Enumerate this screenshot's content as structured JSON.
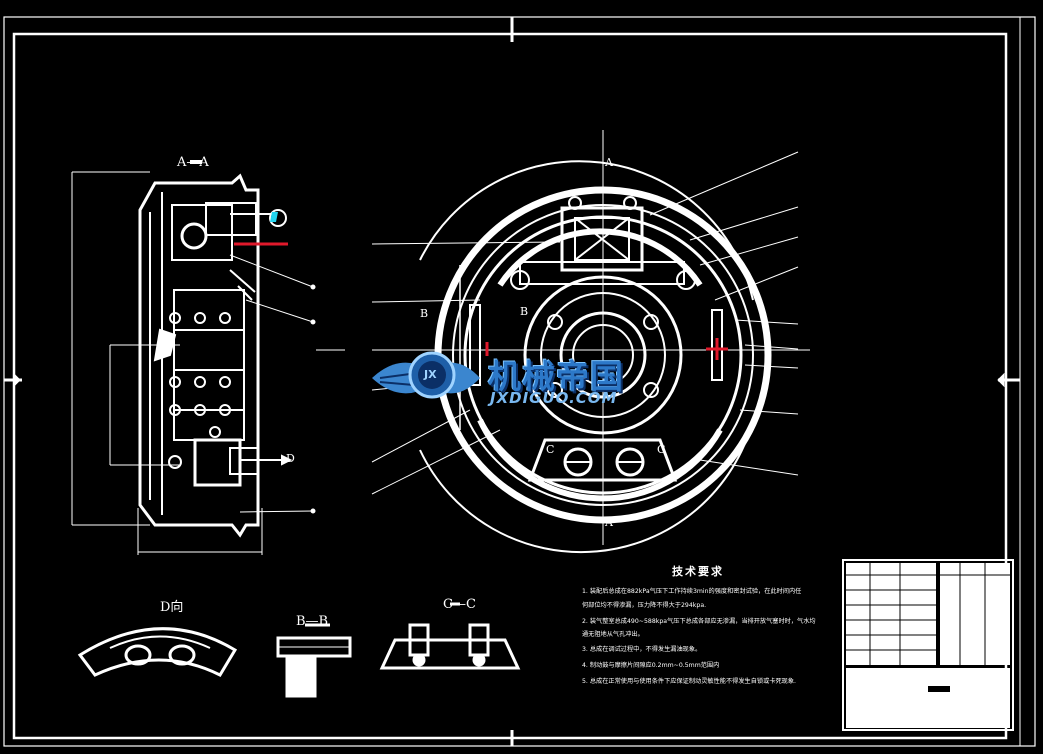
{
  "drawing": {
    "section_labels": {
      "a_a": "A—A",
      "a_top": "A",
      "a_bottom": "A",
      "b_left": "B",
      "b_right": "B",
      "c_left": "C",
      "c_right": "C",
      "d": "D",
      "d_view": "D向",
      "b_b": "B—B",
      "c_c": "C—C"
    }
  },
  "tech_requirements": {
    "title": "技术要求",
    "lines": [
      "1. 装配后总成在882kPa气压下工作持续3min的强度和密封试验，在此时间内任",
      "何部位均不得渗漏，压力降不得大于294kpa.",
      "2. 装气整室总成490~588kpa气压下总成各部应无渗漏，当排开放气塞时时，气水均",
      "通无阻地从气孔冲出。",
      "3. 总成在调试过程中，不得发生漏油现象。",
      "4. 制动鼓与摩擦片间隙应0.2mm~0.5mm范围内",
      "5. 总成在正常使用与使用条件下应保证制动灵敏性能不得发生自锁或卡死现象."
    ]
  },
  "watermark": {
    "logo_text": "JX",
    "title": "机械帝国",
    "subtitle": "JXDIGUO.COM"
  },
  "colors": {
    "background": "#000000",
    "lines": "#ffffff",
    "accent_red": "#e0192b",
    "accent_cyan": "#22d3ee",
    "watermark_blue": "#2c78c8"
  }
}
